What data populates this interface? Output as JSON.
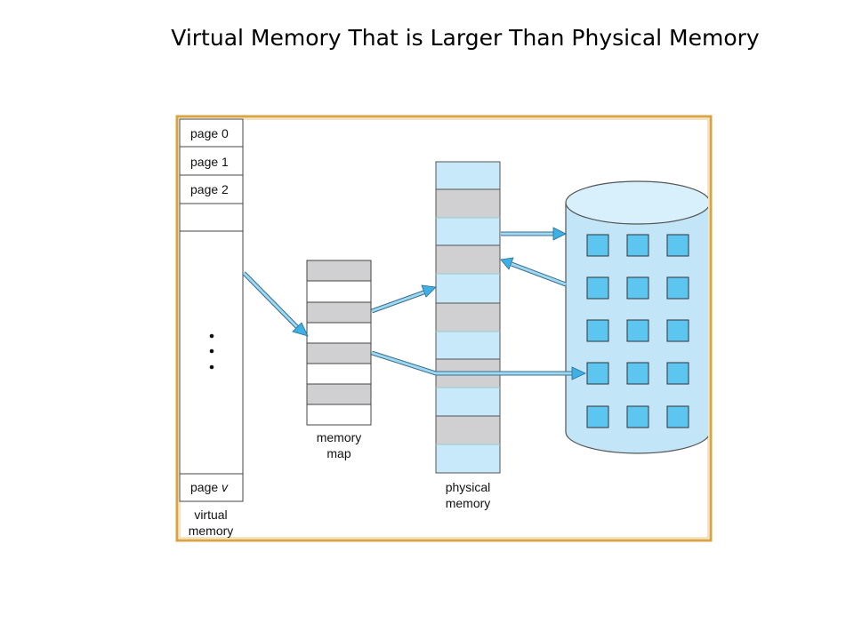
{
  "title": "Virtual Memory That is Larger Than Physical Memory",
  "virtual_memory": {
    "pages": [
      "page 0",
      "page 1",
      "page 2"
    ],
    "ellipsis": "•\n•\n•",
    "last_page_prefix": "page ",
    "last_page_var": "v",
    "caption_line1": "virtual",
    "caption_line2": "memory"
  },
  "memory_map": {
    "caption_line1": "memory",
    "caption_line2": "map"
  },
  "physical_memory": {
    "caption_line1": "physical",
    "caption_line2": "memory"
  },
  "colors": {
    "frame_border": "#d9a441",
    "physical_fill": "#c8e9f9",
    "used_frame_fill": "#d0d0d2",
    "disk_fill": "#c2e6f8",
    "disk_block": "#5cc6f0",
    "arrow": "#4ab3e3"
  }
}
